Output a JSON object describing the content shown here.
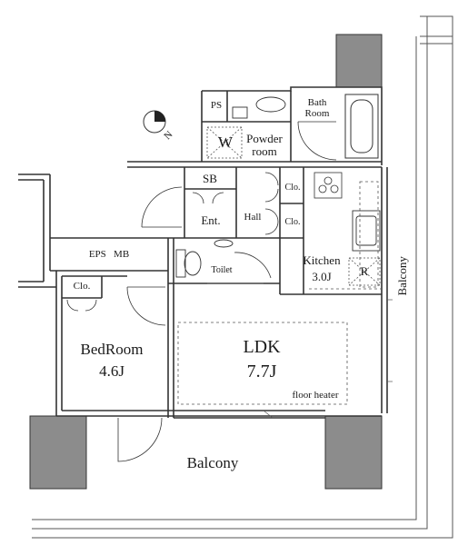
{
  "plan": {
    "rooms": {
      "ps": "PS",
      "washer": "W",
      "powder_room_1": "Powder",
      "powder_room_2": "room",
      "bath_room_1": "Bath",
      "bath_room_2": "Room",
      "shoe_box": "SB",
      "entrance": "Ent.",
      "hall": "Hall",
      "closet_hall_1": "Clo.",
      "closet_hall_2": "Clo.",
      "eps_mb": "EPS   MB",
      "toilet": "Toilet",
      "kitchen": "Kitchen",
      "kitchen_size": "3.0J",
      "refrigerator": "R",
      "closet_bedroom": "Clo.",
      "bedroom": "BedRoom",
      "bedroom_size": "4.6J",
      "ldk": "LDK",
      "ldk_size": "7.7J",
      "floor_heater": "floor heater",
      "balcony_bottom": "Balcony",
      "balcony_side": "Balcony"
    },
    "compass": {
      "label": "N",
      "icon": "north-arrow-icon"
    },
    "colors": {
      "wall": "#8c8c8c",
      "line": "#333333"
    }
  }
}
